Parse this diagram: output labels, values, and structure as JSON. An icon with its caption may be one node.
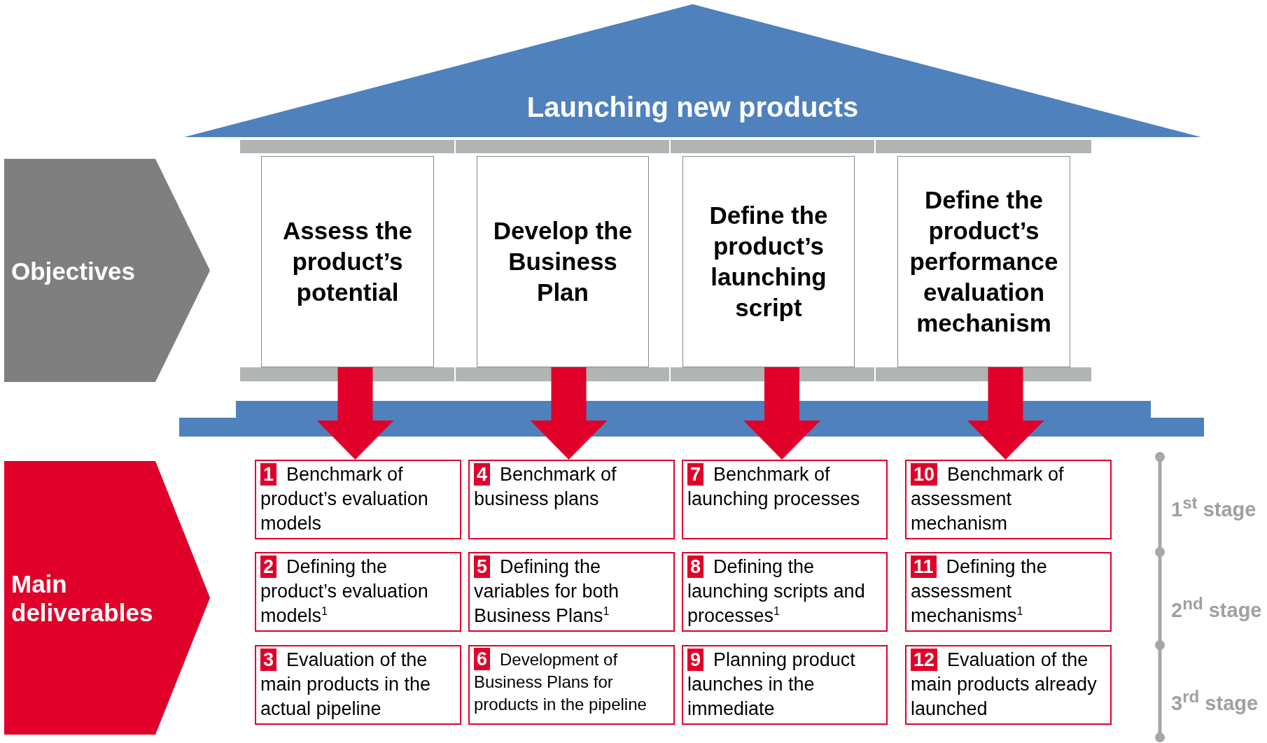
{
  "diagram": {
    "nodes": [
      {
        "text": [
          "Launching new products"
        ]
      },
      {
        "text": [
          "Objectives"
        ]
      },
      {
        "text": [
          "Assess the product’s potential"
        ]
      },
      {
        "text": [
          "Develop the Business Plan"
        ]
      },
      {
        "text": [
          "Define the product’s launching script"
        ]
      },
      {
        "text": [
          "Define the product’s performance evaluation mechanism"
        ]
      },
      {
        "text": [
          "Main deliverables"
        ]
      },
      {
        "text": [
          "1",
          "Benchmark of product’s evaluation models"
        ]
      },
      {
        "text": [
          "4",
          "Benchmark of business plans"
        ]
      },
      {
        "text": [
          "7",
          "Benchmark of launching processes"
        ]
      },
      {
        "text": [
          "10",
          "Benchmark of assessment mechanism"
        ]
      },
      {
        "text": [
          "2",
          "Defining the product’s evaluation models$^{1}$"
        ]
      },
      {
        "text": [
          "5",
          "Defining the variables for both Business Plans$^{1}$"
        ]
      },
      {
        "text": [
          "8",
          "Defining the launching scripts and processes$^{1}$"
        ]
      },
      {
        "text": [
          "11",
          "Defining the assessment mechanisms$^{1}$"
        ]
      },
      {
        "text": [
          "3",
          "Evaluation of the main products in the actual pipeline"
        ]
      },
      {
        "text": [
          "6",
          "Development of Business Plans for products in the pipeline"
        ]
      },
      {
        "text": [
          "9",
          "Planning product launches in the immediate"
        ]
      },
      {
        "text": [
          "12",
          "Evaluation of the main products already launched"
        ]
      }
    ],
    "edges": [
      {
        "from": 2,
        "to": 7,
        "arrow": "to"
      },
      {
        "from": 3,
        "to": 8,
        "arrow": "to"
      },
      {
        "from": 4,
        "to": 9,
        "arrow": "to"
      },
      {
        "from": 5,
        "to": 10,
        "arrow": "to"
      }
    ],
    "labels": [
      "1$^{st}$ stage",
      "2$^{nd}$ stage",
      "3$^{rd}$ stage"
    ]
  }
}
